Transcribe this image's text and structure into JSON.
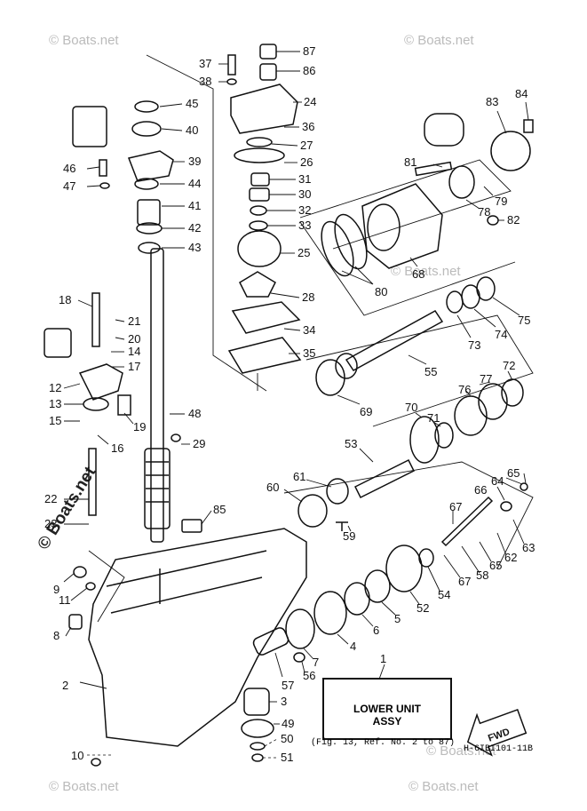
{
  "watermark": {
    "text": "© Boats.net",
    "large_text": "© Boats.net"
  },
  "caption": {
    "title_line1": "LOWER UNIT",
    "title_line2": "ASSY",
    "reference": "(Fig. 13, Ref. No. 2 to 87)",
    "ref_number": "1"
  },
  "diagram_code": "H-6IBI101-11B",
  "fwd_label": "FWD",
  "part_numbers": {
    "n1": "1",
    "n2": "2",
    "n3": "3",
    "n4": "4",
    "n5": "5",
    "n6": "6",
    "n7": "7",
    "n8": "8",
    "n9": "9",
    "n10": "10",
    "n11": "11",
    "n12": "12",
    "n13": "13",
    "n14": "14",
    "n15": "15",
    "n16": "16",
    "n17": "17",
    "n18": "18",
    "n19": "19",
    "n20": "20",
    "n21": "21",
    "n22": "22",
    "n23": "23",
    "n24": "24",
    "n25": "25",
    "n26": "26",
    "n27": "27",
    "n28": "28",
    "n29": "29",
    "n30": "30",
    "n31": "31",
    "n32": "32",
    "n33": "33",
    "n34": "34",
    "n35": "35",
    "n36": "36",
    "n37": "37",
    "n38": "38",
    "n39": "39",
    "n40": "40",
    "n41": "41",
    "n42": "42",
    "n43": "43",
    "n44": "44",
    "n45": "45",
    "n46": "46",
    "n47": "47",
    "n48": "48",
    "n49": "49",
    "n50": "50",
    "n51": "51",
    "n52": "52",
    "n53": "53",
    "n54": "54",
    "n55": "55",
    "n56": "56",
    "n57": "57",
    "n58": "58",
    "n59": "59",
    "n60": "60",
    "n61": "61",
    "n62": "62",
    "n63": "63",
    "n64": "64",
    "n65": "65",
    "n66": "66",
    "n67": "67",
    "n68": "68",
    "n69": "69",
    "n70": "70",
    "n71": "71",
    "n72": "72",
    "n73": "73",
    "n74": "74",
    "n75": "75",
    "n76": "76",
    "n77": "77",
    "n78": "78",
    "n79": "79",
    "n80": "80",
    "n81": "81",
    "n82": "82",
    "n83": "83",
    "n84": "84",
    "n85": "85",
    "n86": "86",
    "n87": "87"
  }
}
